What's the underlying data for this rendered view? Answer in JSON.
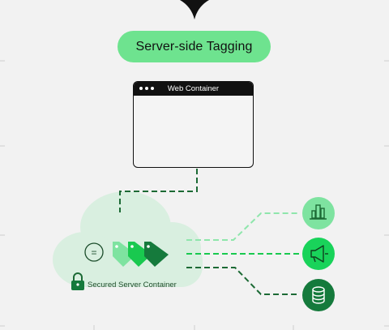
{
  "header": {
    "title": "Server-side Tagging"
  },
  "web_container": {
    "title": "Web Container"
  },
  "server_container": {
    "label": "Secured Server Container",
    "equals_symbol": "="
  },
  "colors": {
    "bright_green": "#6ee38f",
    "pale_green": "#d9efe0",
    "mid_green": "#19c94f",
    "dark_green": "#157a3c",
    "line_dark": "#1c6a35"
  },
  "destinations": [
    {
      "icon": "bar-chart-icon",
      "color": "#7ee3a0"
    },
    {
      "icon": "megaphone-icon",
      "color": "#19d35a"
    },
    {
      "icon": "database-icon",
      "color": "#157a3c"
    }
  ],
  "connectors": [
    {
      "from": "web-container",
      "to": "server-container",
      "style": "dashed"
    },
    {
      "from": "server-container",
      "to": "analytics",
      "style": "dashed"
    },
    {
      "from": "server-container",
      "to": "advertising",
      "style": "dashed"
    },
    {
      "from": "server-container",
      "to": "database",
      "style": "dashed"
    }
  ]
}
